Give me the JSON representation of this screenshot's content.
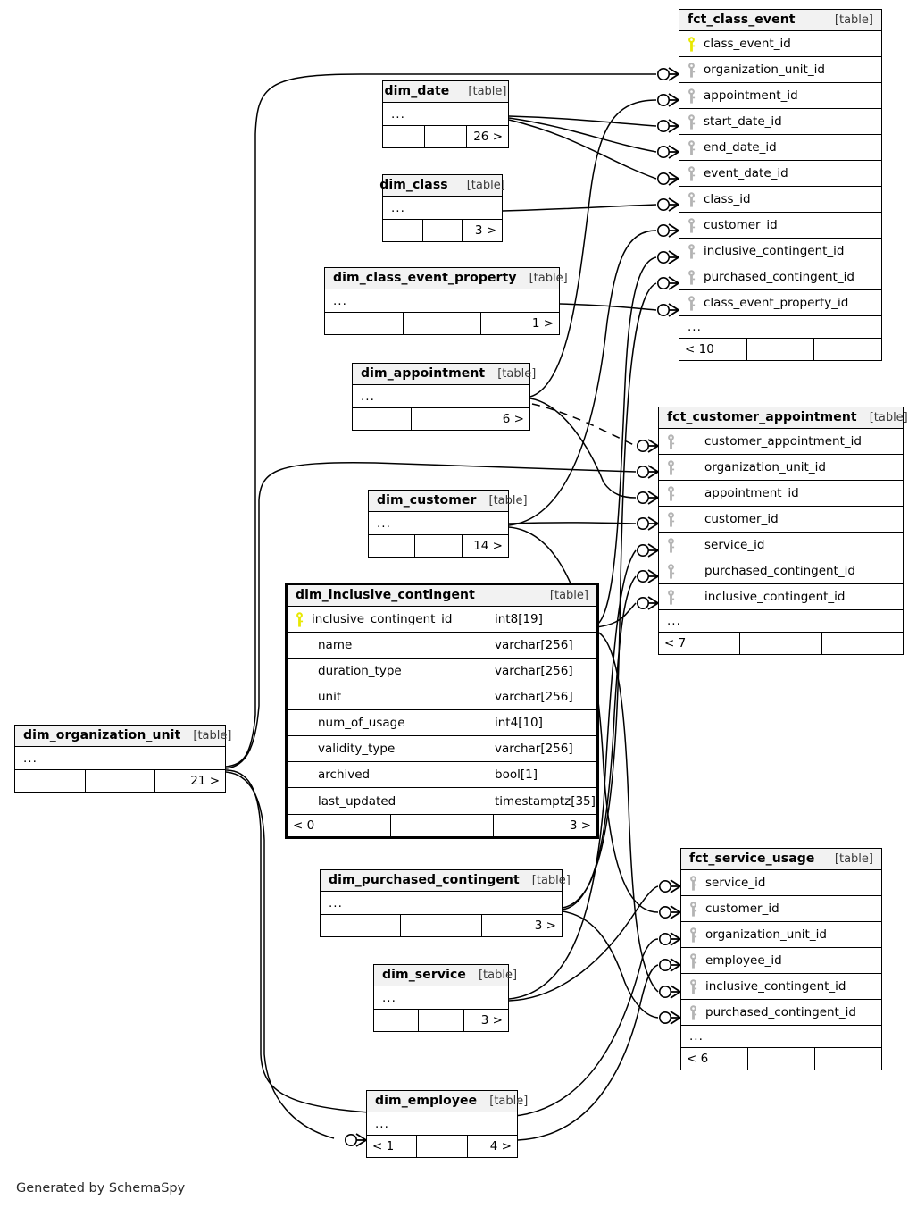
{
  "meta": {
    "credit": "Generated by SchemaSpy",
    "table_tag": "[table]",
    "ellipsis": "...",
    "colors": {
      "pk_key": "#e8e800",
      "fk_key": "#b4b4b4",
      "header_bg": "#f2f2f2",
      "line": "#000000"
    }
  },
  "tables": [
    {
      "id": "fct_class_event",
      "name": "fct_class_event",
      "collapsed": false,
      "highlighted": false,
      "columns": [
        {
          "name": "class_event_id",
          "key": "pk"
        },
        {
          "name": "organization_unit_id",
          "key": "fk"
        },
        {
          "name": "appointment_id",
          "key": "fk"
        },
        {
          "name": "start_date_id",
          "key": "fk"
        },
        {
          "name": "end_date_id",
          "key": "fk"
        },
        {
          "name": "event_date_id",
          "key": "fk"
        },
        {
          "name": "class_id",
          "key": "fk"
        },
        {
          "name": "customer_id",
          "key": "fk"
        },
        {
          "name": "inclusive_contingent_id",
          "key": "fk"
        },
        {
          "name": "purchased_contingent_id",
          "key": "fk"
        },
        {
          "name": "class_event_property_id",
          "key": "fk"
        }
      ],
      "more": "...",
      "footer": {
        "left": "< 10",
        "mid": "",
        "right": ""
      }
    },
    {
      "id": "fct_customer_appointment",
      "name": "fct_customer_appointment",
      "collapsed": false,
      "highlighted": false,
      "columns": [
        {
          "name": "customer_appointment_id",
          "key": "fk"
        },
        {
          "name": "organization_unit_id",
          "key": "fk"
        },
        {
          "name": "appointment_id",
          "key": "fk"
        },
        {
          "name": "customer_id",
          "key": "fk"
        },
        {
          "name": "service_id",
          "key": "fk"
        },
        {
          "name": "purchased_contingent_id",
          "key": "fk"
        },
        {
          "name": "inclusive_contingent_id",
          "key": "fk"
        }
      ],
      "more": "...",
      "footer": {
        "left": "< 7",
        "mid": "",
        "right": ""
      }
    },
    {
      "id": "fct_service_usage",
      "name": "fct_service_usage",
      "collapsed": false,
      "highlighted": false,
      "columns": [
        {
          "name": "service_id",
          "key": "fk"
        },
        {
          "name": "customer_id",
          "key": "fk"
        },
        {
          "name": "organization_unit_id",
          "key": "fk"
        },
        {
          "name": "employee_id",
          "key": "fk"
        },
        {
          "name": "inclusive_contingent_id",
          "key": "fk"
        },
        {
          "name": "purchased_contingent_id",
          "key": "fk"
        }
      ],
      "more": "...",
      "footer": {
        "left": "< 6",
        "mid": "",
        "right": ""
      }
    },
    {
      "id": "dim_inclusive_contingent",
      "name": "dim_inclusive_contingent",
      "collapsed": false,
      "highlighted": true,
      "columns": [
        {
          "name": "inclusive_contingent_id",
          "key": "pk",
          "type": "int8[19]"
        },
        {
          "name": "name",
          "key": "",
          "type": "varchar[256]"
        },
        {
          "name": "duration_type",
          "key": "",
          "type": "varchar[256]"
        },
        {
          "name": "unit",
          "key": "",
          "type": "varchar[256]"
        },
        {
          "name": "num_of_usage",
          "key": "",
          "type": "int4[10]"
        },
        {
          "name": "validity_type",
          "key": "",
          "type": "varchar[256]"
        },
        {
          "name": "archived",
          "key": "",
          "type": "bool[1]"
        },
        {
          "name": "last_updated",
          "key": "",
          "type": "timestamptz[35]"
        }
      ],
      "more": "",
      "footer": {
        "left": "< 0",
        "mid": "",
        "right": "3 >"
      }
    },
    {
      "id": "dim_date",
      "name": "dim_date",
      "collapsed": true,
      "more": "...",
      "footer": {
        "left": "",
        "mid": "",
        "right": "26 >"
      }
    },
    {
      "id": "dim_class",
      "name": "dim_class",
      "collapsed": true,
      "more": "...",
      "footer": {
        "left": "",
        "mid": "",
        "right": "3 >"
      }
    },
    {
      "id": "dim_class_event_property",
      "name": "dim_class_event_property",
      "collapsed": true,
      "more": "...",
      "footer": {
        "left": "",
        "mid": "",
        "right": "1 >"
      }
    },
    {
      "id": "dim_appointment",
      "name": "dim_appointment",
      "collapsed": true,
      "more": "...",
      "footer": {
        "left": "",
        "mid": "",
        "right": "6 >"
      }
    },
    {
      "id": "dim_customer",
      "name": "dim_customer",
      "collapsed": true,
      "more": "...",
      "footer": {
        "left": "",
        "mid": "",
        "right": "14 >"
      }
    },
    {
      "id": "dim_purchased_contingent",
      "name": "dim_purchased_contingent",
      "collapsed": true,
      "more": "...",
      "footer": {
        "left": "",
        "mid": "",
        "right": "3 >"
      }
    },
    {
      "id": "dim_service",
      "name": "dim_service",
      "collapsed": true,
      "more": "...",
      "footer": {
        "left": "",
        "mid": "",
        "right": "3 >"
      }
    },
    {
      "id": "dim_organization_unit",
      "name": "dim_organization_unit",
      "collapsed": true,
      "more": "...",
      "footer": {
        "left": "",
        "mid": "",
        "right": "21 >"
      }
    },
    {
      "id": "dim_employee",
      "name": "dim_employee",
      "collapsed": true,
      "more": "...",
      "footer": {
        "left": "< 1",
        "mid": "",
        "right": "4 >"
      }
    }
  ],
  "relationships": [
    {
      "from": "dim_organization_unit",
      "to": "fct_class_event.organization_unit_id",
      "style": "solid"
    },
    {
      "from": "dim_appointment",
      "to": "fct_class_event.appointment_id",
      "style": "solid"
    },
    {
      "from": "dim_date",
      "to": "fct_class_event.start_date_id",
      "style": "solid"
    },
    {
      "from": "dim_date",
      "to": "fct_class_event.end_date_id",
      "style": "solid"
    },
    {
      "from": "dim_date",
      "to": "fct_class_event.event_date_id",
      "style": "solid"
    },
    {
      "from": "dim_class",
      "to": "fct_class_event.class_id",
      "style": "solid"
    },
    {
      "from": "dim_customer",
      "to": "fct_class_event.customer_id",
      "style": "solid"
    },
    {
      "from": "dim_inclusive_contingent",
      "to": "fct_class_event.inclusive_contingent_id",
      "style": "solid"
    },
    {
      "from": "dim_purchased_contingent",
      "to": "fct_class_event.purchased_contingent_id",
      "style": "solid"
    },
    {
      "from": "dim_class_event_property",
      "to": "fct_class_event.class_event_property_id",
      "style": "solid"
    },
    {
      "from": "dim_appointment",
      "to": "fct_customer_appointment.customer_appointment_id",
      "style": "dashed"
    },
    {
      "from": "dim_organization_unit",
      "to": "fct_customer_appointment.organization_unit_id",
      "style": "solid"
    },
    {
      "from": "dim_appointment",
      "to": "fct_customer_appointment.appointment_id",
      "style": "solid"
    },
    {
      "from": "dim_customer",
      "to": "fct_customer_appointment.customer_id",
      "style": "solid"
    },
    {
      "from": "dim_service",
      "to": "fct_customer_appointment.service_id",
      "style": "solid"
    },
    {
      "from": "dim_purchased_contingent",
      "to": "fct_customer_appointment.purchased_contingent_id",
      "style": "solid"
    },
    {
      "from": "dim_inclusive_contingent",
      "to": "fct_customer_appointment.inclusive_contingent_id",
      "style": "solid"
    },
    {
      "from": "dim_service",
      "to": "fct_service_usage.service_id",
      "style": "solid"
    },
    {
      "from": "dim_customer",
      "to": "fct_service_usage.customer_id",
      "style": "solid"
    },
    {
      "from": "dim_organization_unit",
      "to": "fct_service_usage.organization_unit_id",
      "style": "solid"
    },
    {
      "from": "dim_employee",
      "to": "fct_service_usage.employee_id",
      "style": "solid"
    },
    {
      "from": "dim_inclusive_contingent",
      "to": "fct_service_usage.inclusive_contingent_id",
      "style": "solid"
    },
    {
      "from": "dim_purchased_contingent",
      "to": "fct_service_usage.purchased_contingent_id",
      "style": "solid"
    },
    {
      "from": "dim_organization_unit",
      "to": "dim_employee",
      "style": "solid"
    }
  ]
}
